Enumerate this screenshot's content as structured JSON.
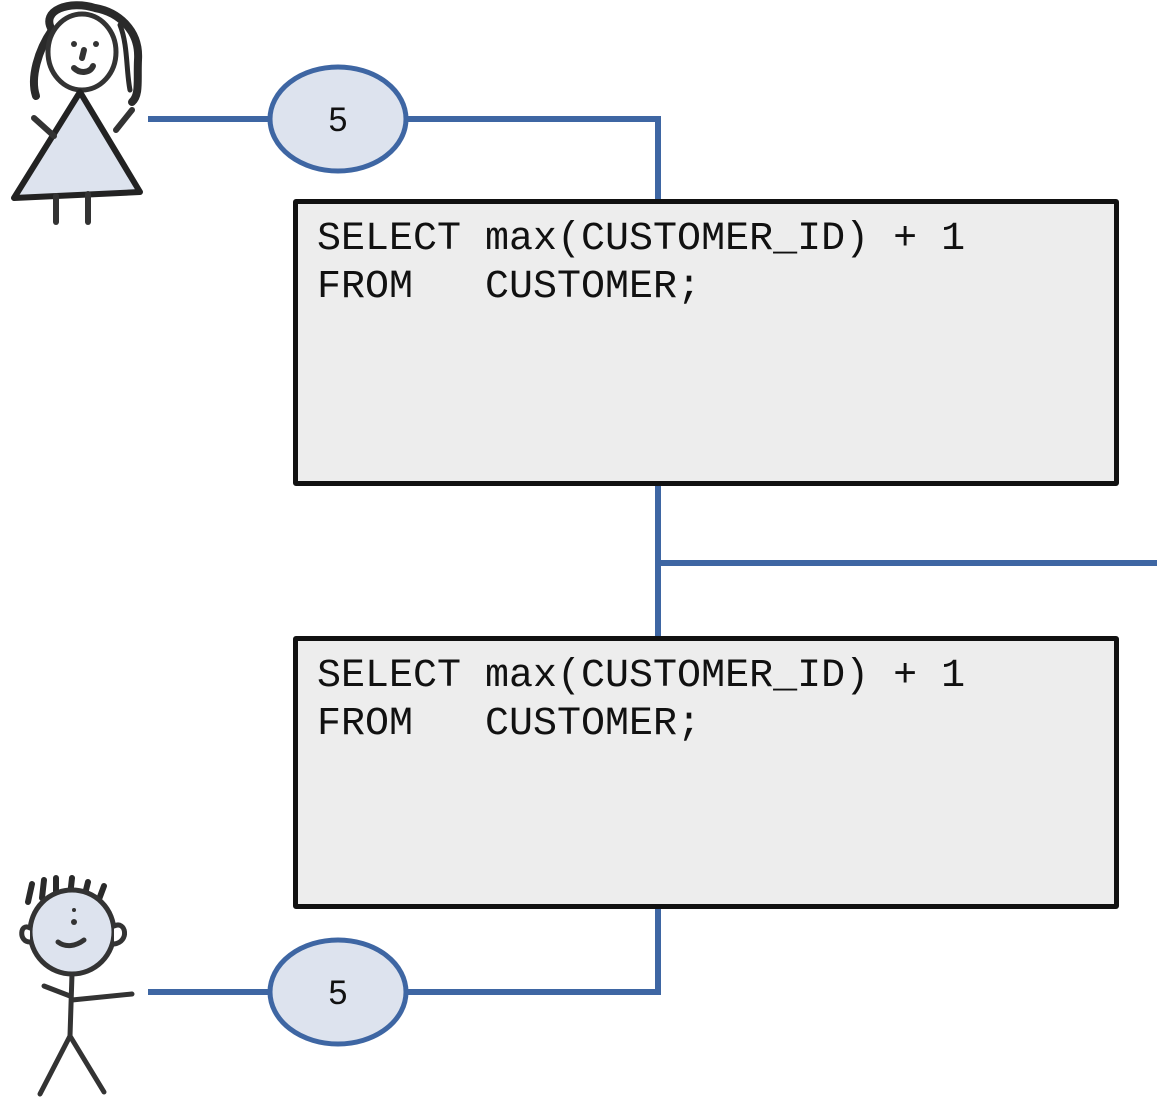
{
  "colors": {
    "connector": "#3e66a3",
    "badge_fill": "#dde3ee",
    "box_fill": "#ededed",
    "box_border": "#111111"
  },
  "actors": [
    {
      "icon": "girl-stick-figure-icon",
      "value": "5"
    },
    {
      "icon": "boy-stick-figure-icon",
      "value": "5"
    }
  ],
  "queries": [
    {
      "lines": [
        "SELECT max(CUSTOMER_ID) + 1",
        "FROM   CUSTOMER;"
      ]
    },
    {
      "lines": [
        "SELECT max(CUSTOMER_ID) + 1",
        "FROM   CUSTOMER;"
      ]
    }
  ]
}
